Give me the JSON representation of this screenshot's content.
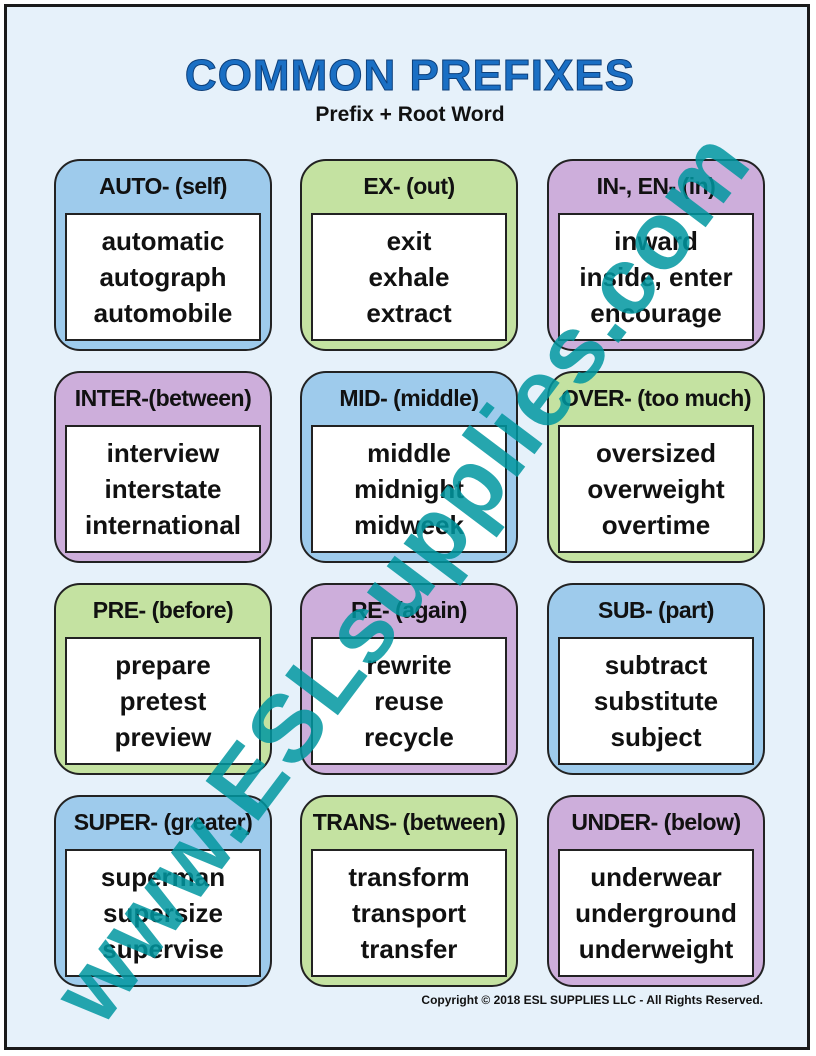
{
  "title": "COMMON PREFIXES",
  "subtitle": "Prefix + Root Word",
  "cards": [
    {
      "header": "AUTO- (self)",
      "words": [
        "automatic",
        "autograph",
        "automobile"
      ],
      "color": "#9ecbec"
    },
    {
      "header": "EX- (out)",
      "words": [
        "exit",
        "exhale",
        "extract"
      ],
      "color": "#c4e2a1"
    },
    {
      "header": "IN-, EN- (in)",
      "words": [
        "inward",
        "inside, enter",
        "encourage"
      ],
      "color": "#cdaedb"
    },
    {
      "header": "INTER-(between)",
      "words": [
        "interview",
        "interstate",
        "international"
      ],
      "color": "#cdaedb"
    },
    {
      "header": "MID- (middle)",
      "words": [
        "middle",
        "midnight",
        "midweek"
      ],
      "color": "#9ecbec"
    },
    {
      "header": "OVER- (too much)",
      "words": [
        "oversized",
        "overweight",
        "overtime"
      ],
      "color": "#c4e2a1"
    },
    {
      "header": "PRE- (before)",
      "words": [
        "prepare",
        "pretest",
        "preview"
      ],
      "color": "#c4e2a1"
    },
    {
      "header": "RE- (again)",
      "words": [
        "rewrite",
        "reuse",
        "recycle"
      ],
      "color": "#cdaedb"
    },
    {
      "header": "SUB- (part)",
      "words": [
        "subtract",
        "substitute",
        "subject"
      ],
      "color": "#9ecbec"
    },
    {
      "header": "SUPER- (greater)",
      "words": [
        "superman",
        "supersize",
        "supervise"
      ],
      "color": "#9ecbec"
    },
    {
      "header": "TRANS- (between)",
      "words": [
        "transform",
        "transport",
        "transfer"
      ],
      "color": "#c4e2a1"
    },
    {
      "header": "UNDER- (below)",
      "words": [
        "underwear",
        "underground",
        "underweight"
      ],
      "color": "#cdaedb"
    }
  ],
  "watermark": "www.ESLsupplies.com",
  "copyright": "Copyright © 2018 ESL SUPPLIES LLC - All Rights Reserved."
}
